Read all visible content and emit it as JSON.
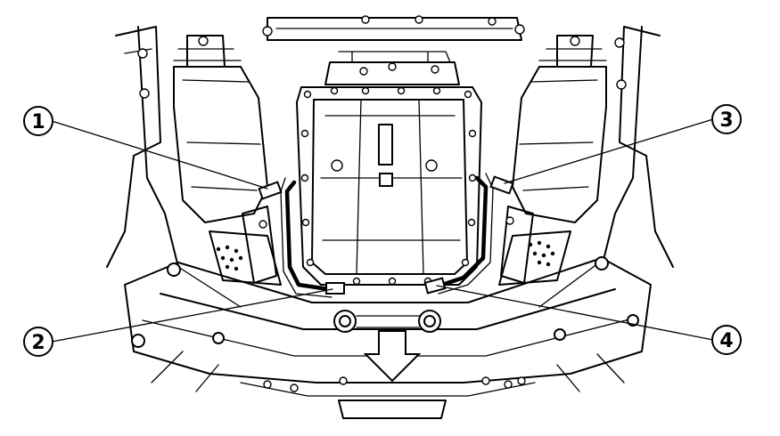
{
  "diagram": {
    "callouts": [
      {
        "id": "1",
        "label": "1"
      },
      {
        "id": "2",
        "label": "2"
      },
      {
        "id": "3",
        "label": "3"
      },
      {
        "id": "4",
        "label": "4"
      }
    ],
    "icons": {
      "direction_arrow": "down-arrow-icon"
    },
    "colors": {
      "line": "#000000",
      "background": "#ffffff"
    }
  }
}
